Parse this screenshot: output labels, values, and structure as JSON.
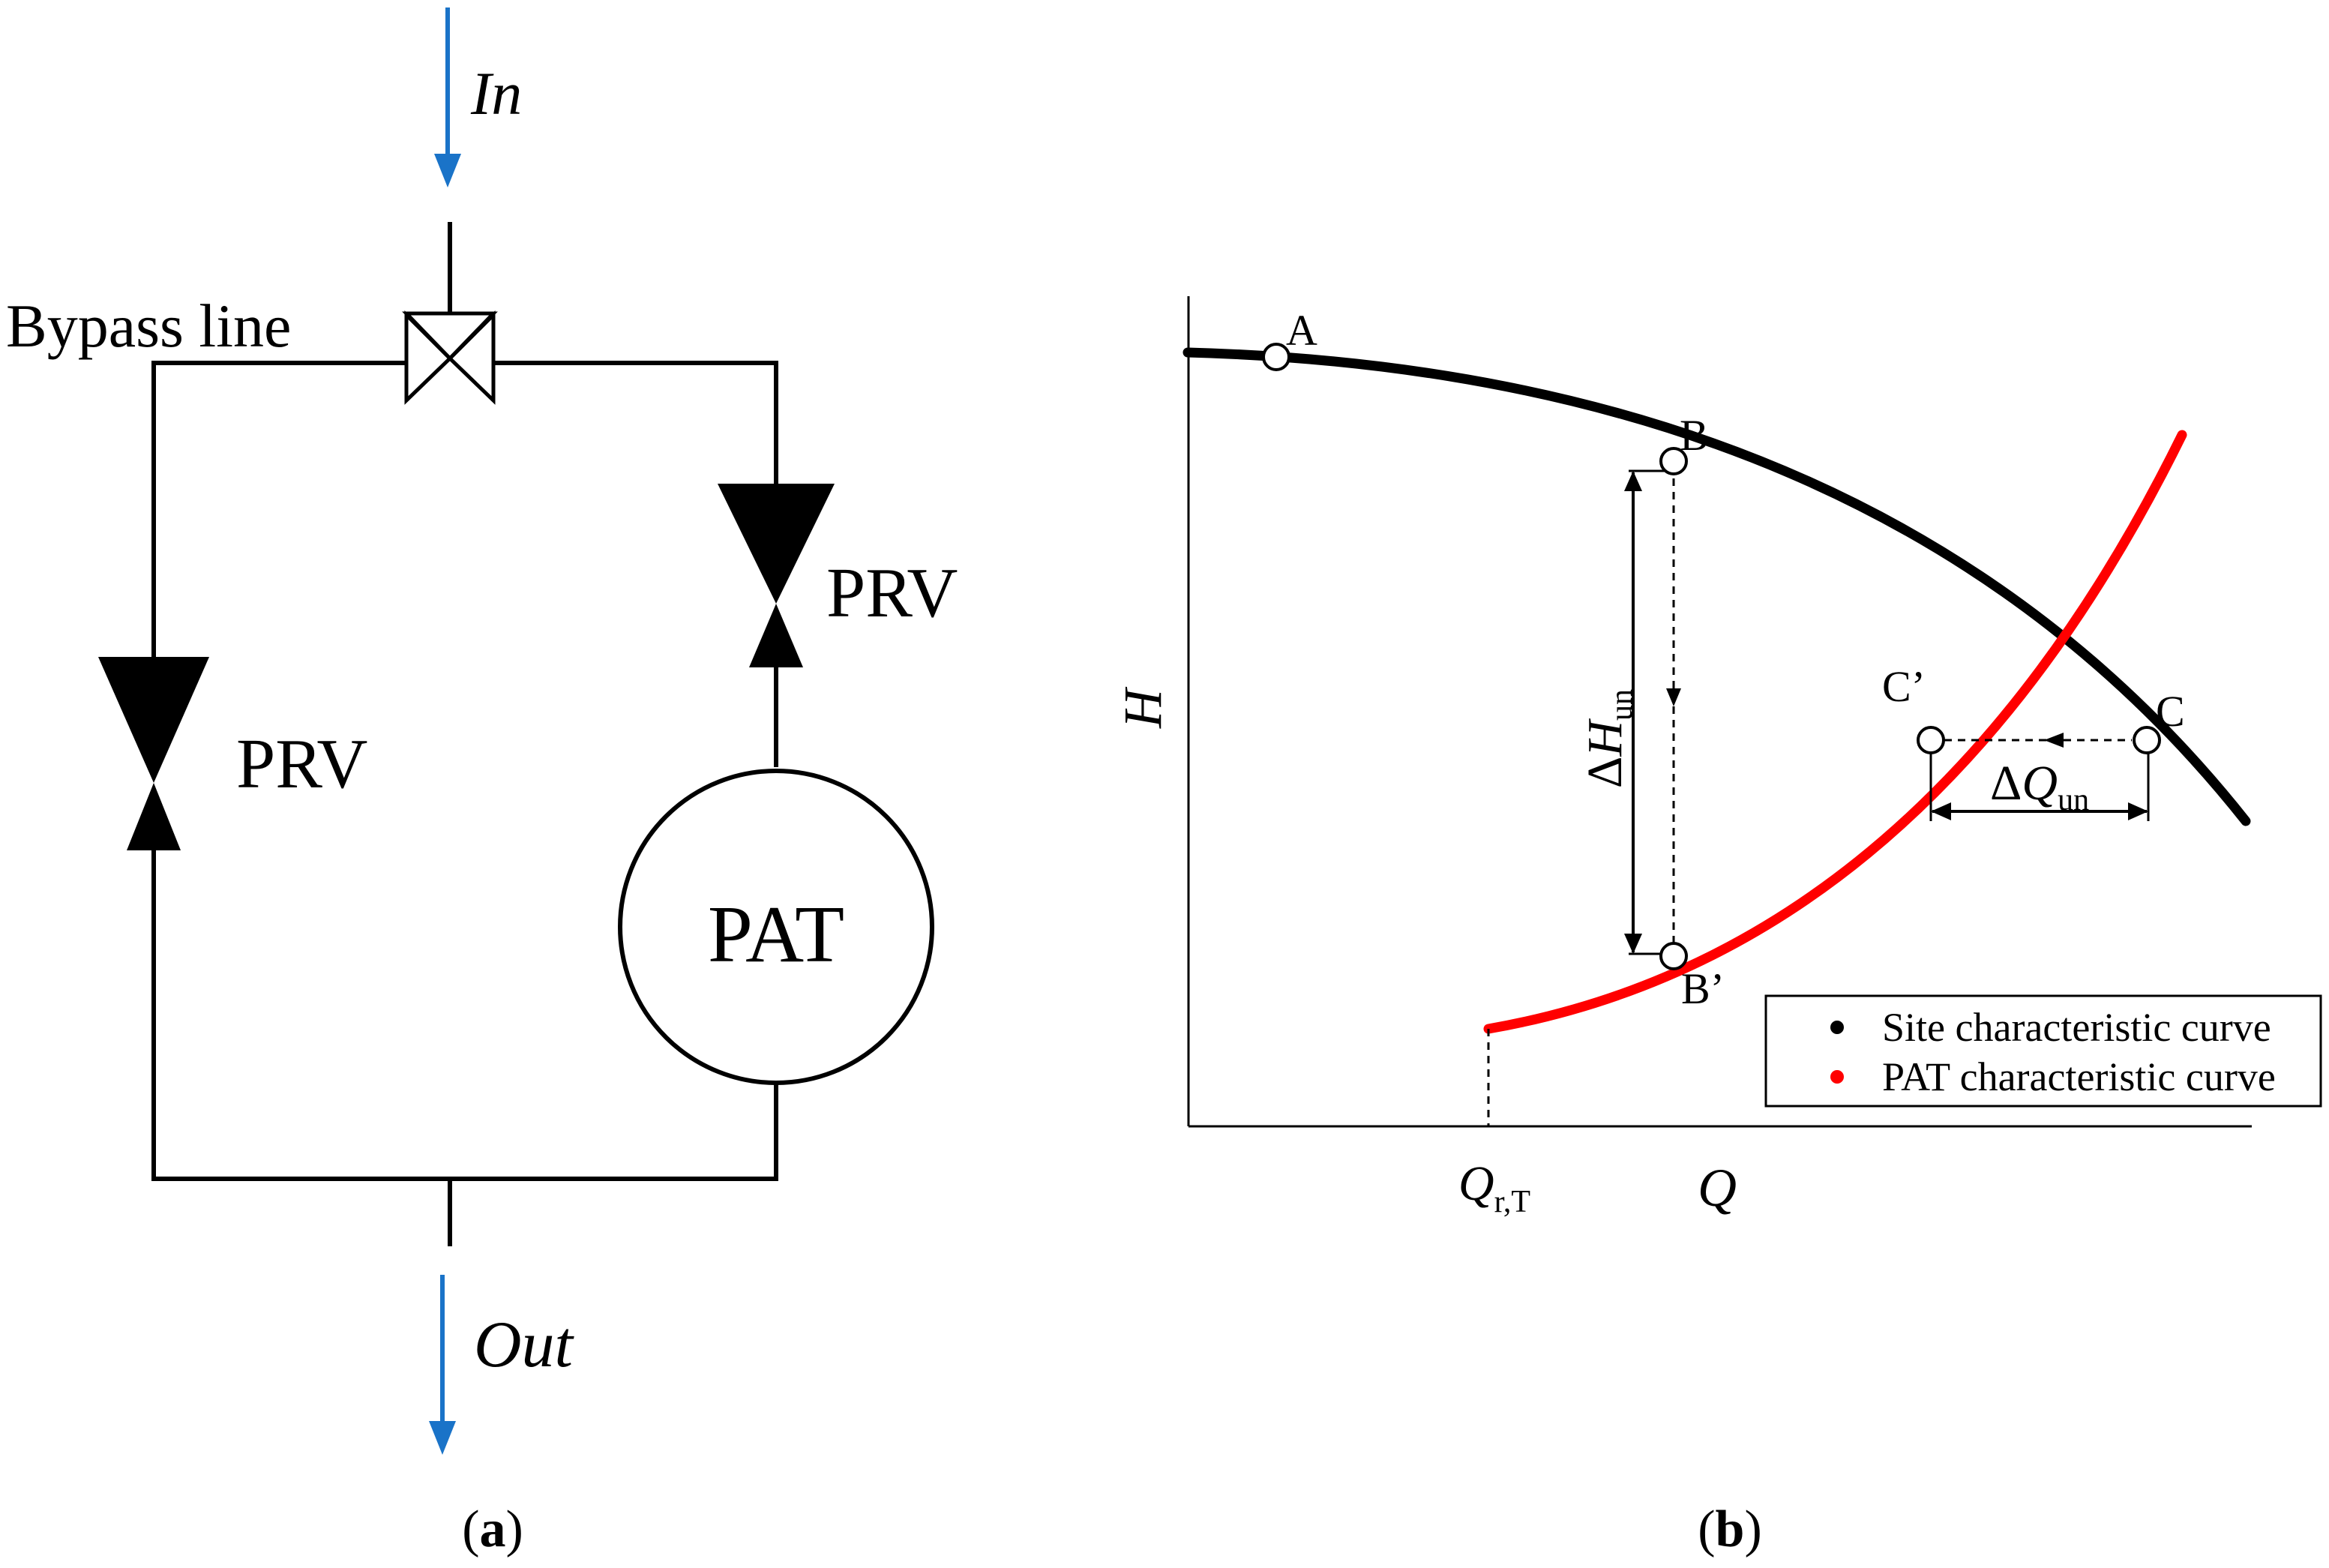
{
  "colors": {
    "flow_arrow": "#1a73c8",
    "site_curve": "#000000",
    "pat_curve": "#ff0000",
    "line": "#000000"
  },
  "panel_a": {
    "in_label": "In",
    "out_label": "Out",
    "bypass_label": "Bypass line",
    "prv_left_label": "PRV",
    "prv_right_label": "PRV",
    "pat_label": "PAT",
    "caption_open": "(",
    "caption_letter": "a",
    "caption_close": ")"
  },
  "panel_b": {
    "y_axis_label": "H",
    "x_axis_label": "Q",
    "qrt_label_main": "Q",
    "qrt_label_sub": "r,T",
    "point_a": "A",
    "point_b": "B",
    "point_b_prime": "B’",
    "point_c": "C",
    "point_c_prime": "C’",
    "delta_h_prefix": "Δ",
    "delta_h_main": "H",
    "delta_h_sub": "un",
    "delta_q_prefix": "Δ",
    "delta_q_main": "Q",
    "delta_q_sub": "un",
    "legend": [
      {
        "label": "Site characteristic curve",
        "color": "#000000"
      },
      {
        "label": "PAT characteristic curve",
        "color": "#ff0000"
      }
    ],
    "caption_open": "(",
    "caption_letter": "b",
    "caption_close": ")"
  }
}
